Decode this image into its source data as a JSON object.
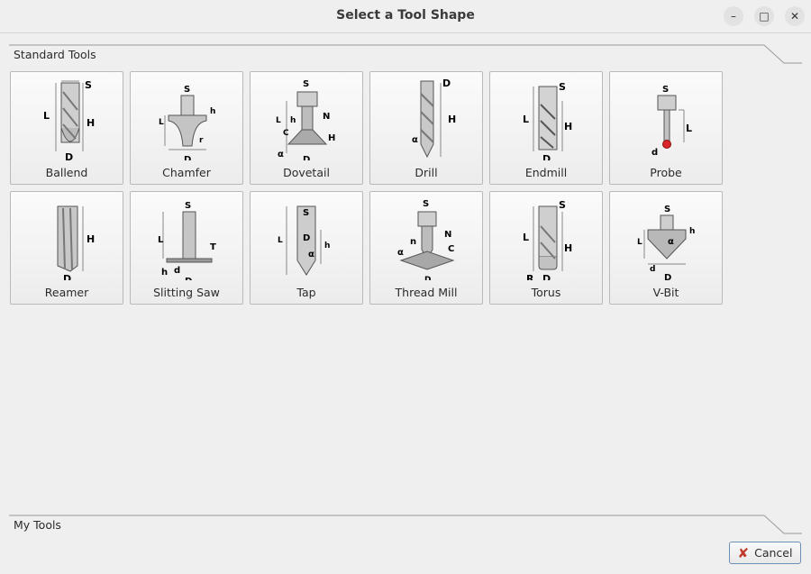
{
  "window": {
    "title": "Select a Tool Shape",
    "minimize_icon": "–",
    "maximize_icon": "□",
    "close_icon": "✕"
  },
  "sections": {
    "standard": "Standard Tools",
    "mine": "My Tools"
  },
  "tools": [
    {
      "name": "Ballend",
      "icon": "ballend-icon"
    },
    {
      "name": "Chamfer",
      "icon": "chamfer-icon"
    },
    {
      "name": "Dovetail",
      "icon": "dovetail-icon"
    },
    {
      "name": "Drill",
      "icon": "drill-icon"
    },
    {
      "name": "Endmill",
      "icon": "endmill-icon"
    },
    {
      "name": "Probe",
      "icon": "probe-icon"
    },
    {
      "name": "Reamer",
      "icon": "reamer-icon"
    },
    {
      "name": "Slitting Saw",
      "icon": "slitting-saw-icon"
    },
    {
      "name": "Tap",
      "icon": "tap-icon"
    },
    {
      "name": "Thread Mill",
      "icon": "thread-mill-icon"
    },
    {
      "name": "Torus",
      "icon": "torus-icon"
    },
    {
      "name": "V-Bit",
      "icon": "v-bit-icon"
    }
  ],
  "diagram_letters": {
    "S": "S",
    "L": "L",
    "H": "H",
    "D": "D",
    "h": "h",
    "r": "r",
    "N": "N",
    "C": "C",
    "a": "α",
    "d": "d",
    "T": "T",
    "n": "n",
    "R": "R"
  },
  "colors": {
    "probe_tip": "#d9262a",
    "accent": "#6d8fb7"
  },
  "buttons": {
    "cancel": "Cancel",
    "cancel_icon": "✘"
  }
}
